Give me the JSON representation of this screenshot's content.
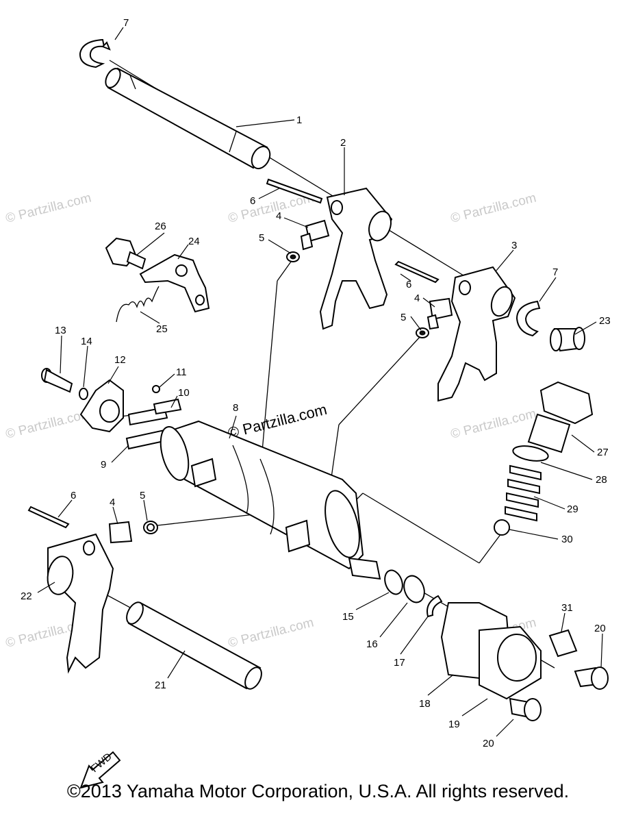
{
  "watermark": "© Partzilla.com",
  "copyright": "©2013 Yamaha Motor Corporation, U.S.A. All rights reserved.",
  "fwd_label": "FWD",
  "callouts": {
    "c1": "1",
    "c2": "2",
    "c3": "3",
    "c4a": "4",
    "c4b": "4",
    "c4c": "4",
    "c5a": "5",
    "c5b": "5",
    "c5c": "5",
    "c6a": "6",
    "c6b": "6",
    "c6c": "6",
    "c7a": "7",
    "c7b": "7",
    "c8": "8",
    "c9": "9",
    "c10": "10",
    "c11": "11",
    "c12": "12",
    "c13": "13",
    "c14": "14",
    "c15": "15",
    "c16": "16",
    "c17": "17",
    "c18": "18",
    "c19": "19",
    "c20a": "20",
    "c20b": "20",
    "c21": "21",
    "c22": "22",
    "c23": "23",
    "c24": "24",
    "c25": "25",
    "c26": "26",
    "c27": "27",
    "c28": "28",
    "c29": "29",
    "c30": "30",
    "c31": "31"
  }
}
